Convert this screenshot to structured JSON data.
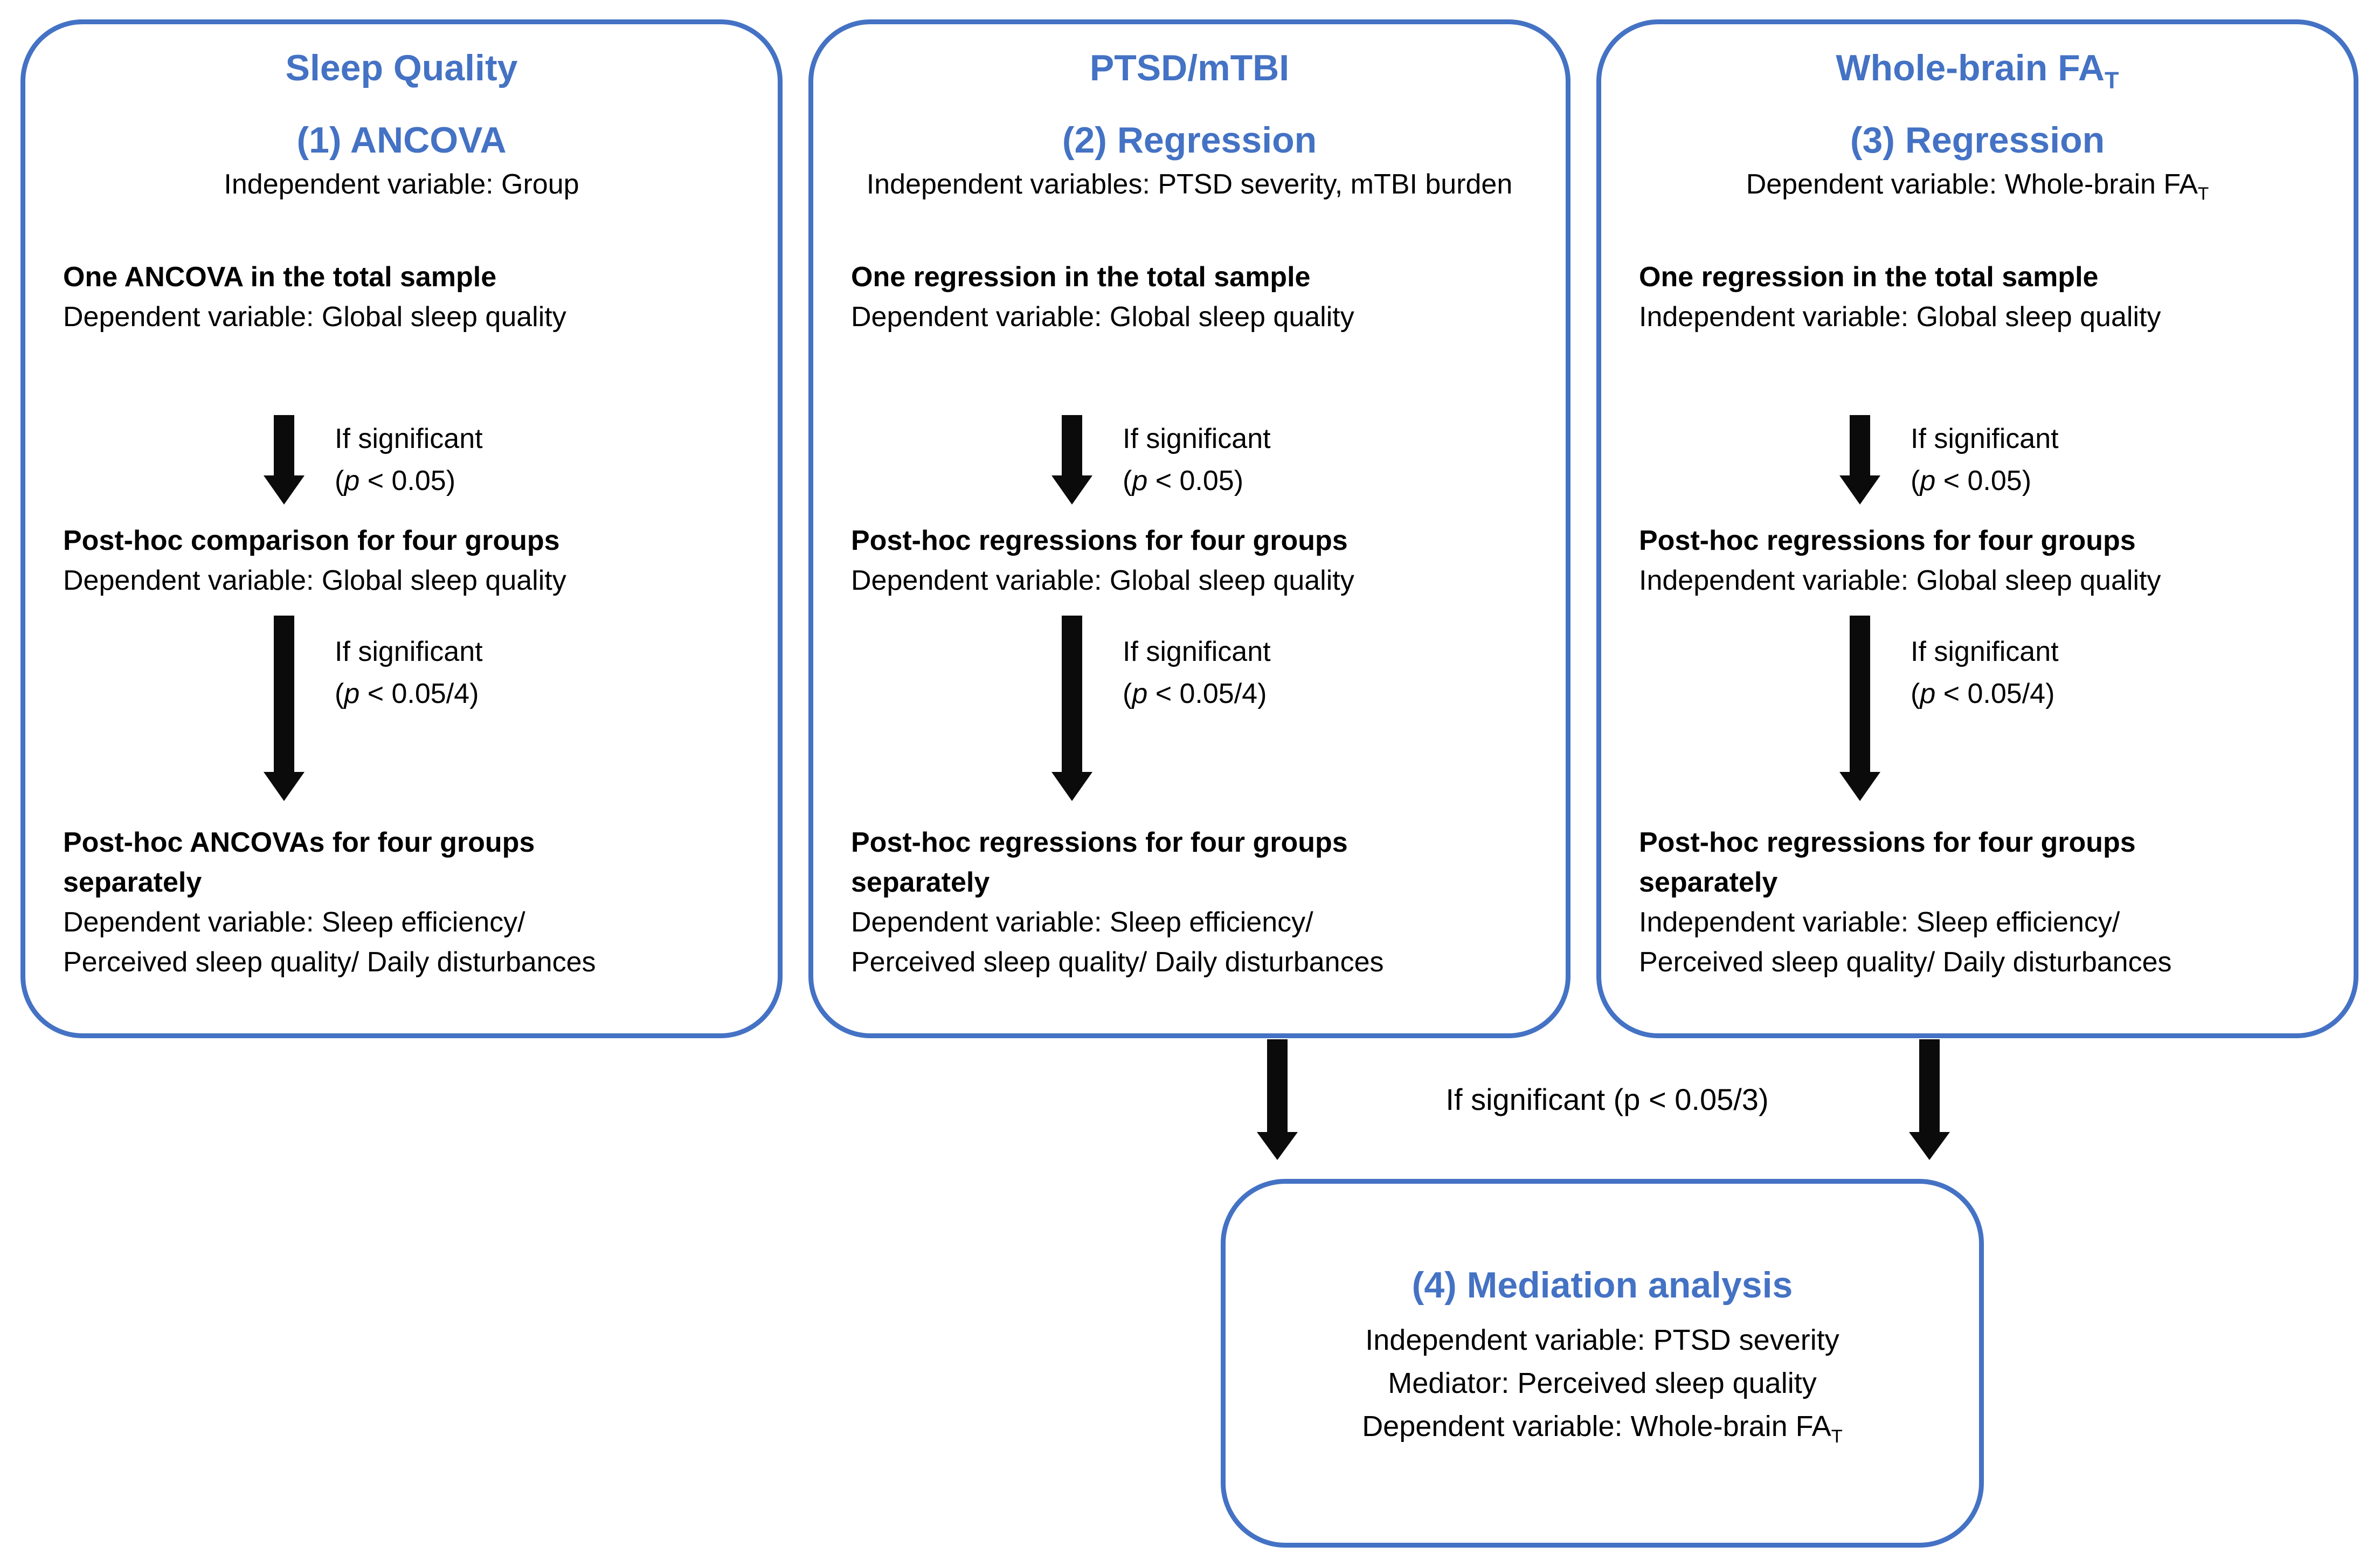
{
  "colors": {
    "accent": "#4472C4",
    "arrow": "#0B0B0B",
    "text": "#000000"
  },
  "columns": [
    {
      "title_main": "Sleep Quality",
      "title_sub": "",
      "method": "(1) ANCOVA",
      "variables_main": "Independent variable: Group",
      "variables_sub": "",
      "step1_bold": "One ANCOVA in the total sample",
      "step1_text": "Dependent variable: Global sleep quality",
      "sig1": {
        "line1": "If significant",
        "open": "(",
        "p": "p",
        "rest": " < 0.05)"
      },
      "step2_bold": "Post-hoc comparison for four groups",
      "step2_text": "Dependent variable: Global sleep quality",
      "sig2": {
        "line1": "If significant",
        "open": "(",
        "p": "p",
        "rest": " < 0.05/4)"
      },
      "step3_bold_line1": "Post-hoc ANCOVAs for four groups",
      "step3_bold_line2": "separately",
      "step3_text1": "Dependent variable: Sleep efficiency/",
      "step3_text2": "Perceived sleep quality/ Daily disturbances"
    },
    {
      "title_main": "PTSD/mTBI",
      "title_sub": "",
      "method": "(2) Regression",
      "variables_main": "Independent variables: PTSD severity, mTBI burden",
      "variables_sub": "",
      "step1_bold": "One regression in the total sample",
      "step1_text": "Dependent variable: Global sleep quality",
      "sig1": {
        "line1": "If significant",
        "open": "(",
        "p": "p",
        "rest": " < 0.05)"
      },
      "step2_bold": "Post-hoc regressions for four groups",
      "step2_text": "Dependent variable: Global sleep quality",
      "sig2": {
        "line1": "If significant",
        "open": "(",
        "p": "p",
        "rest": " < 0.05/4)"
      },
      "step3_bold_line1": "Post-hoc regressions for four groups",
      "step3_bold_line2": "separately",
      "step3_text1": "Dependent variable: Sleep efficiency/",
      "step3_text2": "Perceived sleep quality/ Daily disturbances"
    },
    {
      "title_main": "Whole-brain FA",
      "title_sub": "T",
      "method": "(3) Regression",
      "variables_main": "Dependent variable: Whole-brain FA",
      "variables_sub": "T",
      "step1_bold": "One regression in the total sample",
      "step1_text": "Independent variable: Global sleep quality",
      "sig1": {
        "line1": "If significant",
        "open": "(",
        "p": "p",
        "rest": " < 0.05)"
      },
      "step2_bold": "Post-hoc regressions for four groups",
      "step2_text": "Independent variable: Global sleep quality",
      "sig2": {
        "line1": "If significant",
        "open": "(",
        "p": "p",
        "rest": " < 0.05/4)"
      },
      "step3_bold_line1": "Post-hoc regressions for four groups",
      "step3_bold_line2": "separately",
      "step3_text1": "Independent variable: Sleep efficiency/",
      "step3_text2": "Perceived sleep quality/ Daily disturbances"
    }
  ],
  "bottom": {
    "sig_label": "If significant (p < 0.05/3)",
    "mediation": {
      "title": "(4) Mediation analysis",
      "line1": "Independent variable: PTSD severity",
      "line2": "Mediator: Perceived sleep quality",
      "line3_main": "Dependent variable: Whole-brain FA",
      "line3_sub": "T"
    }
  }
}
